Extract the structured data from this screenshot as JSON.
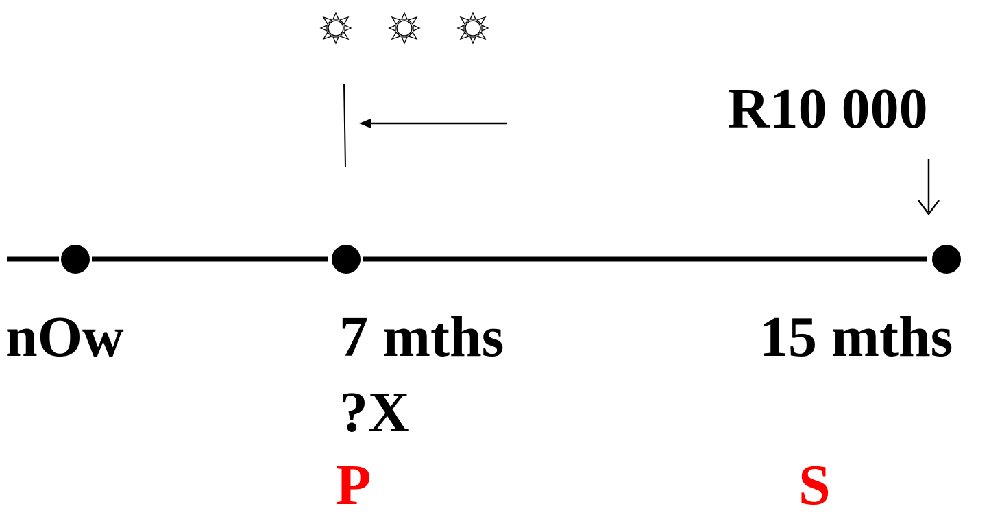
{
  "timeline": {
    "points": [
      {
        "label": "nOw"
      },
      {
        "label": "7 mths",
        "unknown": "?X",
        "marker": "P"
      },
      {
        "label": "15 mths",
        "amount": "R10 000",
        "marker": "S"
      }
    ]
  },
  "sun_icons": [
    "sun-icon",
    "sun-icon",
    "sun-icon"
  ],
  "colors": {
    "text": "#000000",
    "marker": "#ff0000",
    "line": "#000000"
  }
}
